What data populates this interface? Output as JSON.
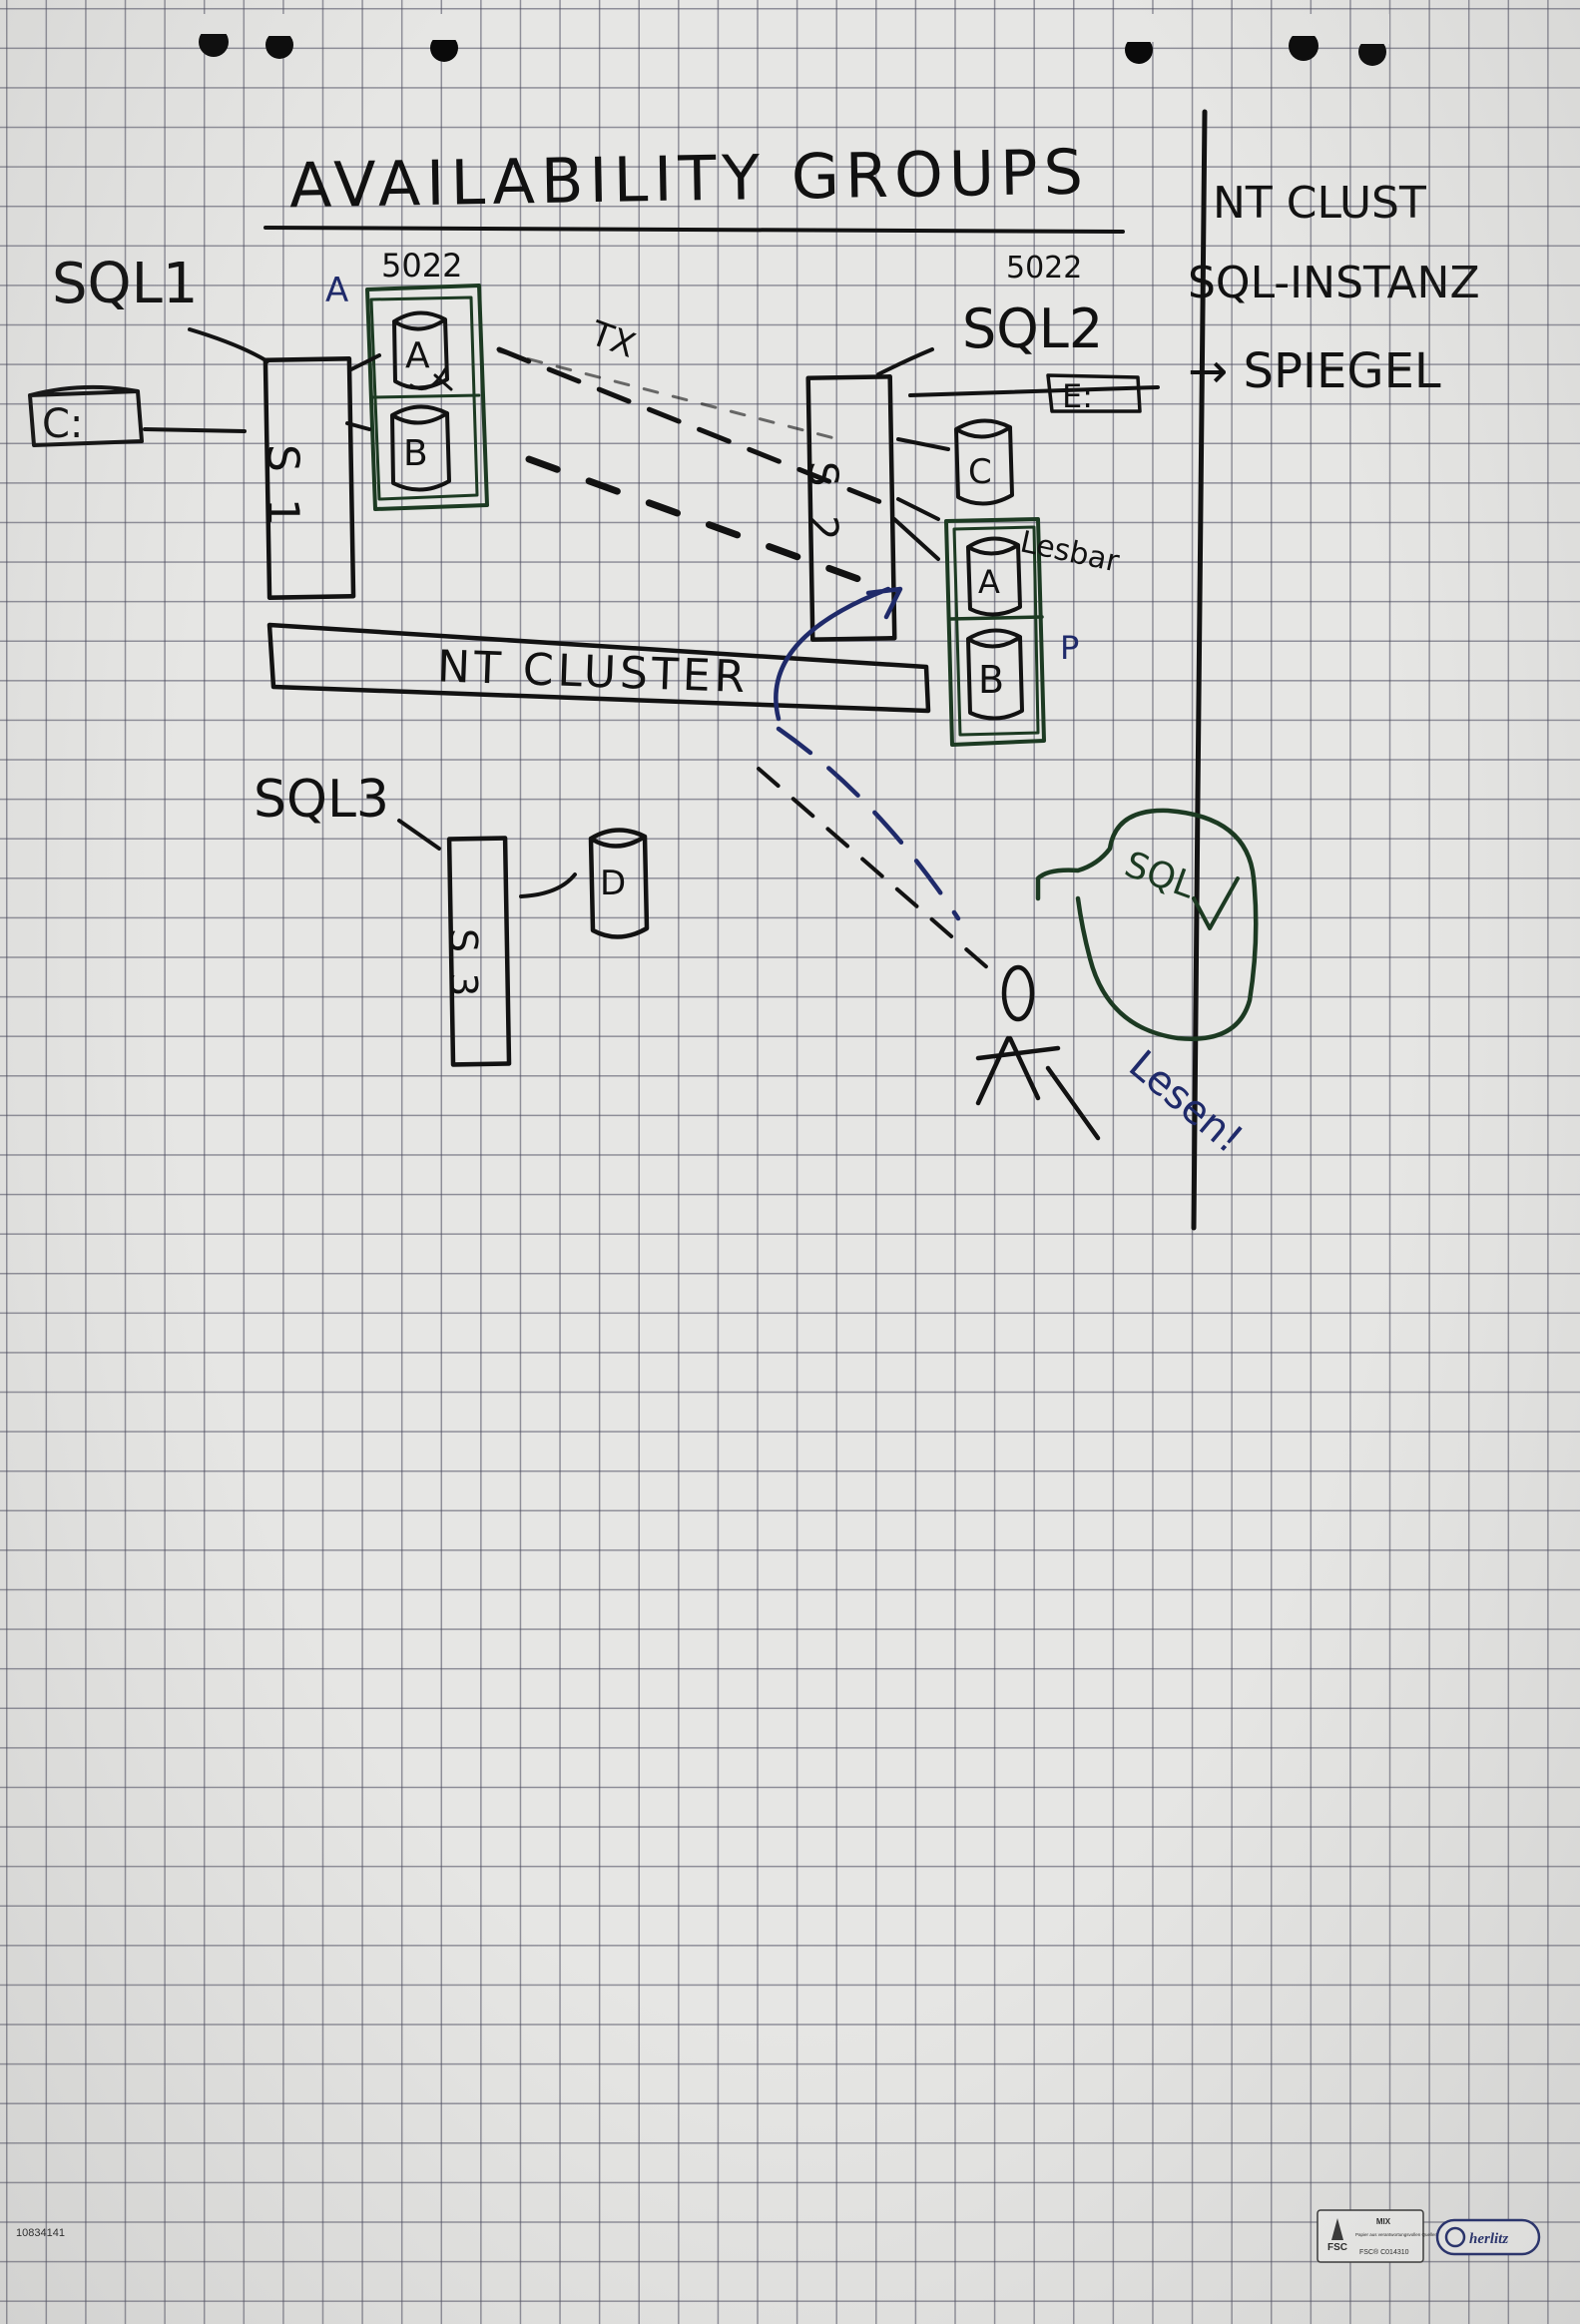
{
  "title": "AVAILABILITY GROUPS",
  "servers": {
    "sql1_label": "SQL1",
    "sql1_box": "S 1",
    "sql2_label": "SQL2",
    "sql2_box": "S 2",
    "sql3_label": "SQL3",
    "sql3_box": "S 3",
    "port_left": "5022",
    "port_right": "5022"
  },
  "drives": {
    "c_drive": "C:",
    "e_drive": "E:"
  },
  "databases": {
    "a_left": "A",
    "b_left": "B",
    "c_right": "C",
    "a_right": "A",
    "b_right": "B",
    "d_sql3": "D"
  },
  "labels": {
    "ag_marker_left": "A",
    "ag_marker_right": "P",
    "tx": "TX",
    "lesbar": "Lesbar",
    "nt_cluster": "NT CLUSTER",
    "sql_bubble": "SQL",
    "lesen": "Lesen!"
  },
  "side_notes": [
    "NT CLUST",
    "SQL-INSTANZ",
    "→ SPIEGEL"
  ],
  "footer": {
    "code": "10834141",
    "fsc_mix": "MIX",
    "fsc_text": "Papier aus verantwortungsvollen Quellen",
    "fsc_code": "FSC® C014310",
    "fsc_logo": "FSC",
    "brand": "herlitz"
  },
  "colors": {
    "ink": "#121212",
    "green": "#1c3a22",
    "blue": "#1f2a6a",
    "paper": "#e6e6e4",
    "grid": "#46465a"
  }
}
